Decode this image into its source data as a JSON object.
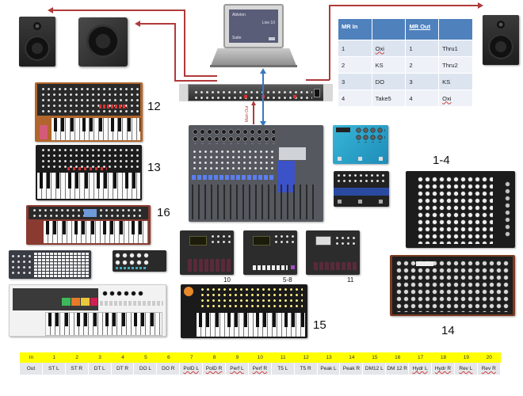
{
  "laptop": {
    "app_name": "Ableton",
    "version": "Live 10",
    "edition": "Suite"
  },
  "cables": {
    "main_out_label": "Main Out",
    "red_color": "#b03a3a",
    "blue_color": "#3a78c0"
  },
  "mr_table": {
    "headers": [
      "MR In",
      "",
      "MR Out",
      ""
    ],
    "rows": [
      {
        "in_num": "1",
        "in_dev": "Oxi",
        "out_num": "1",
        "out_dev": "Thru1"
      },
      {
        "in_num": "2",
        "in_dev": "KS",
        "out_num": "2",
        "out_dev": "Thru2"
      },
      {
        "in_num": "3",
        "in_dev": "DO",
        "out_num": "3",
        "out_dev": "KS"
      },
      {
        "in_num": "4",
        "in_dev": "Take5",
        "out_num": "4",
        "out_dev": "Oxi"
      }
    ]
  },
  "device_labels": {
    "moog": "12",
    "take5": "13",
    "peak_keys": "16",
    "multi_synth": "1-4",
    "digitone": "10",
    "digitakt": "5-8",
    "model_cycles": "11",
    "hydrasynth": "15",
    "peak": "14"
  },
  "patch_bay": {
    "in_label": "In",
    "out_label": "Out",
    "in_color": "#ffff00",
    "out_color": "#e4e6ea",
    "ins": [
      "1",
      "2",
      "3",
      "4",
      "5",
      "6",
      "7",
      "8",
      "9",
      "10",
      "11",
      "12",
      "13",
      "14",
      "15",
      "16",
      "17",
      "18",
      "19",
      "20"
    ],
    "outs": [
      "ST L",
      "ST R",
      "DT L",
      "DT R",
      "DO L",
      "DO R",
      "PolD L",
      "PolD R",
      "Perf L",
      "Perf R",
      "T5 L",
      "T5 R",
      "Peak L",
      "Peak R",
      "DM12 L",
      "DM 12 R",
      "Hydr L",
      "Hydr R",
      "Rev L",
      "Rev R"
    ]
  }
}
